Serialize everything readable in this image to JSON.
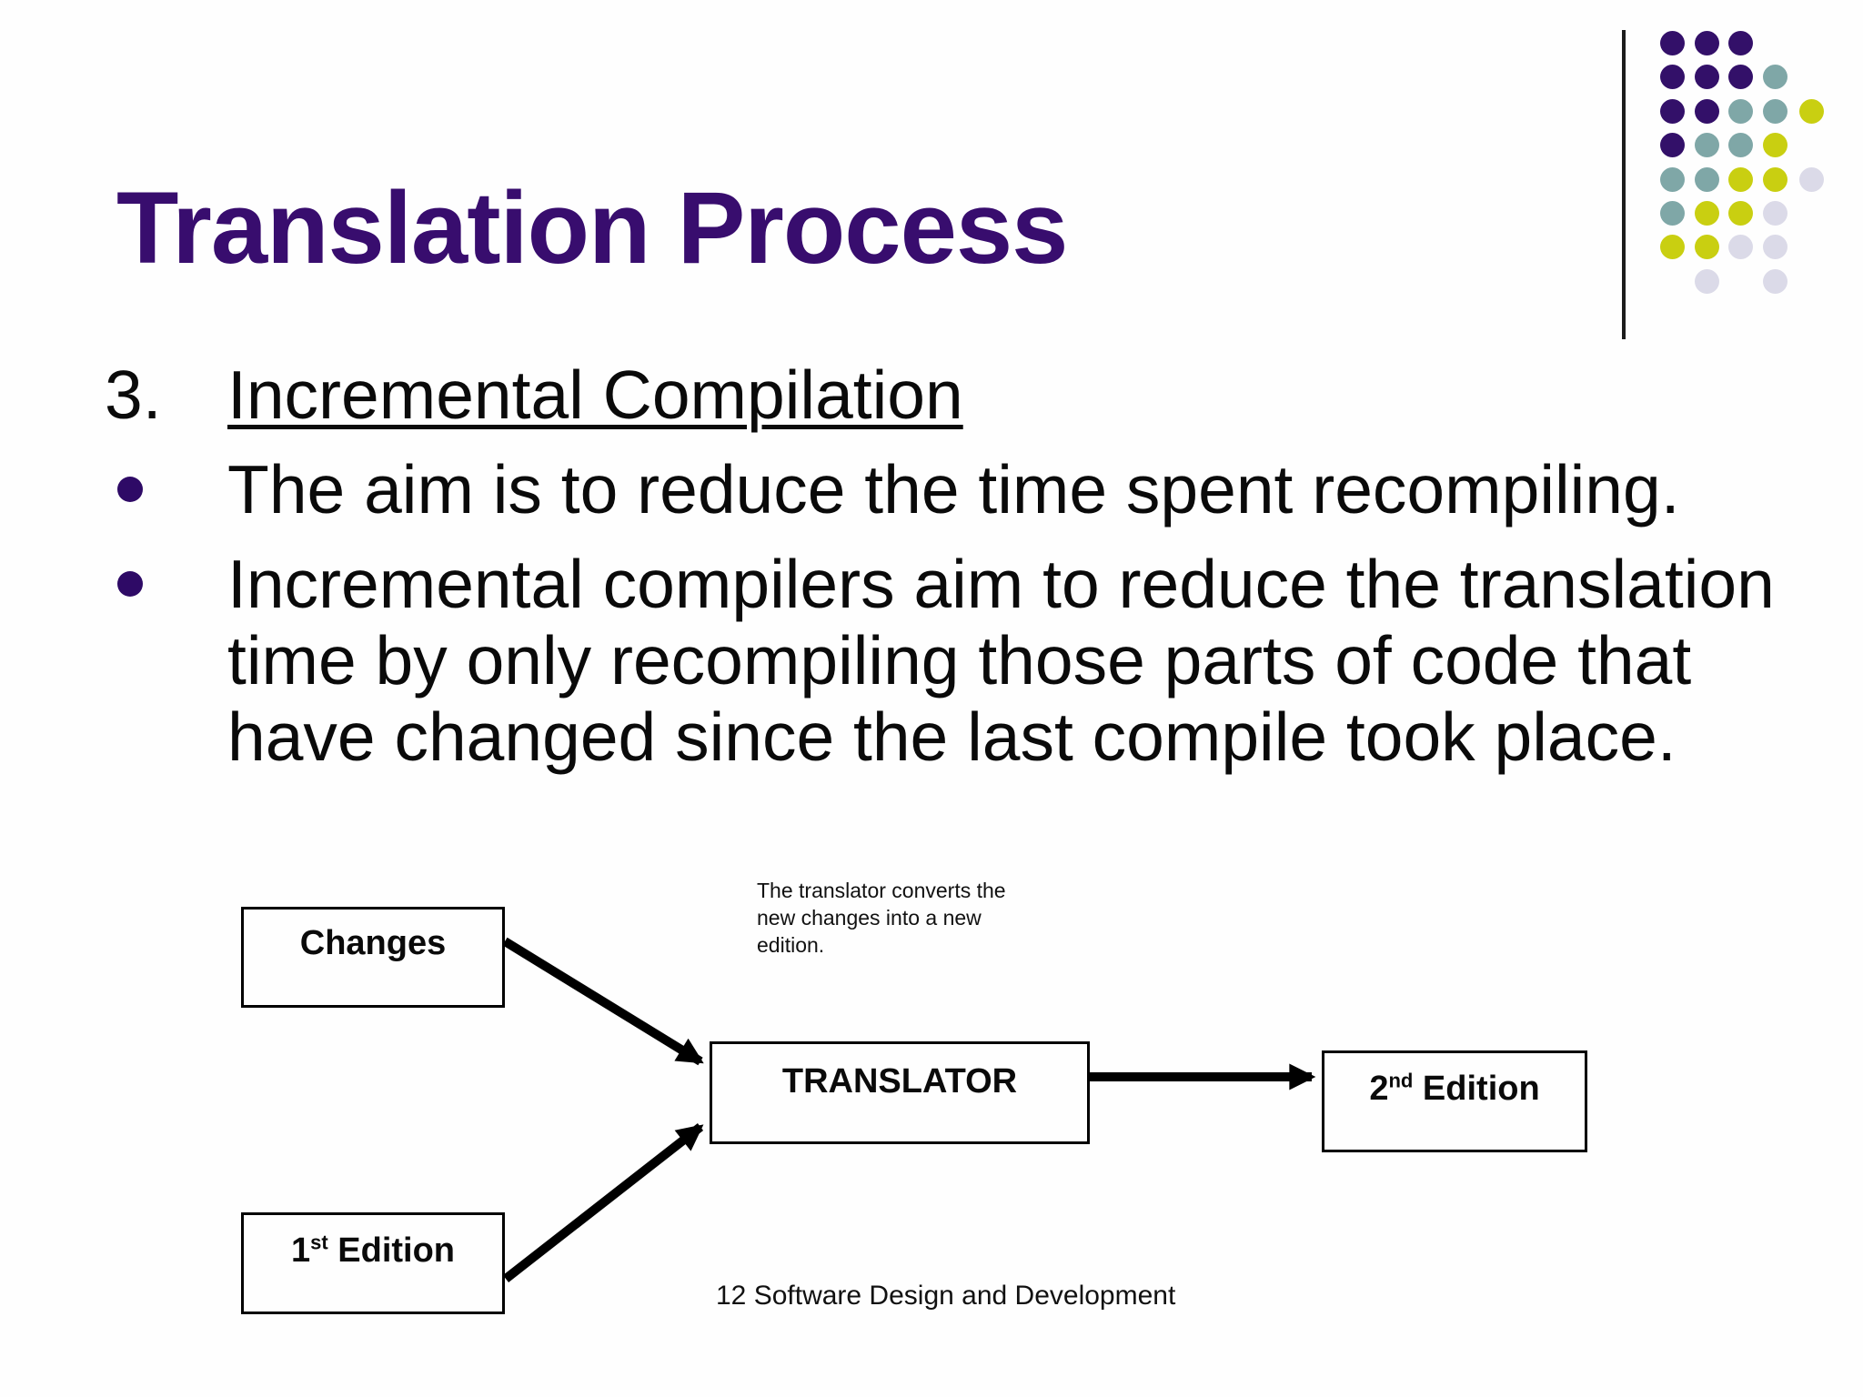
{
  "slide": {
    "title": "Translation Process",
    "list": {
      "number_label": "3.",
      "heading": "Incremental Compilation",
      "bullets": [
        "The aim is to reduce the time spent recompiling.",
        "Incremental compilers aim to reduce the translation\ntime by only recompiling those parts of code that\nhave changed since the last compile took place."
      ]
    },
    "diagram": {
      "changes_label": "Changes",
      "translator_label": "TRANSLATOR",
      "first_edition": {
        "prefix": "1",
        "sup": "st",
        "rest": " Edition"
      },
      "second_edition": {
        "prefix": "2",
        "sup": "nd",
        "rest": " Edition"
      },
      "annotation": "The translator converts the\nnew changes into a new\nedition."
    },
    "footer": "12 Software Design and Development",
    "colors": {
      "title_purple": "#380D6E",
      "bullet_purple": "#2E0A66",
      "dot_purple": "#331069",
      "dot_teal": "#7FA7A7",
      "dot_yellow": "#C9CF11",
      "dot_lavender": "#DBDAE8"
    },
    "decor": {
      "pattern": [
        "PPP..",
        "PPPT.",
        "PPTTY",
        "PTTY.",
        "TTYYL",
        "TYYL.",
        "YYLL.",
        ".L.L."
      ]
    }
  }
}
